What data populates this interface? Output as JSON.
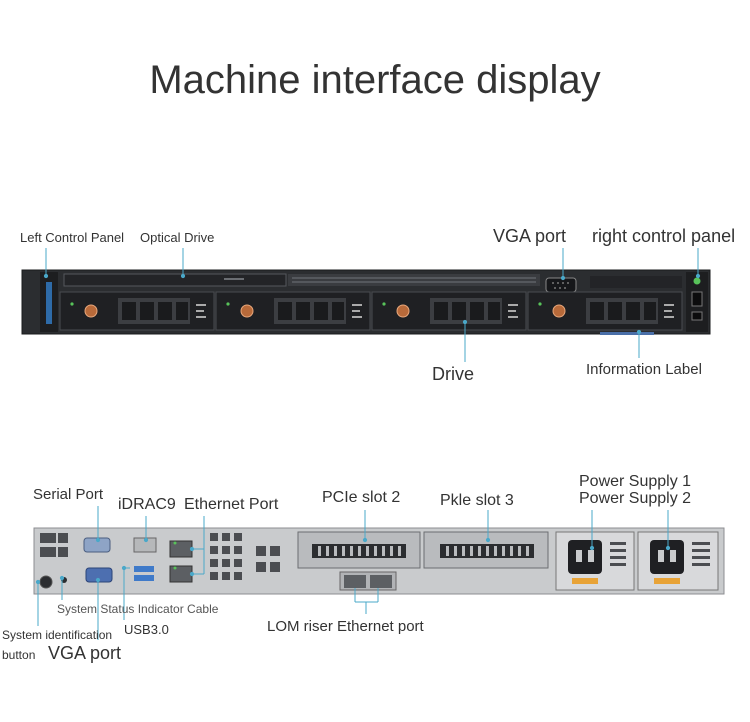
{
  "title": "Machine interface display",
  "front": {
    "labels": {
      "left_control_panel": "Left Control Panel",
      "optical_drive": "Optical Drive",
      "vga_port": "VGA port",
      "right_control_panel": "right control panel",
      "drive": "Drive",
      "information_label": "Information Label"
    }
  },
  "rear": {
    "labels": {
      "serial_port": "Serial Port",
      "idrac9": "iDRAC9",
      "ethernet_port": "Ethernet Port",
      "pcie_slot_2": "PCIe slot 2",
      "pkle_slot_3": "Pkle slot 3",
      "power_supply_1": "Power Supply 1",
      "power_supply_2": "Power Supply 2",
      "system_status_cable": "System Status Indicator Cable",
      "usb30": "USB3.0",
      "lom_riser": "LOM riser Ethernet port",
      "system_identification": "System identification",
      "button": "button",
      "vga_port": "VGA port"
    }
  },
  "colors": {
    "leader": "#4aa8c9",
    "chassis": "#2b2d30",
    "chassis_light": "#c9cbcd"
  }
}
